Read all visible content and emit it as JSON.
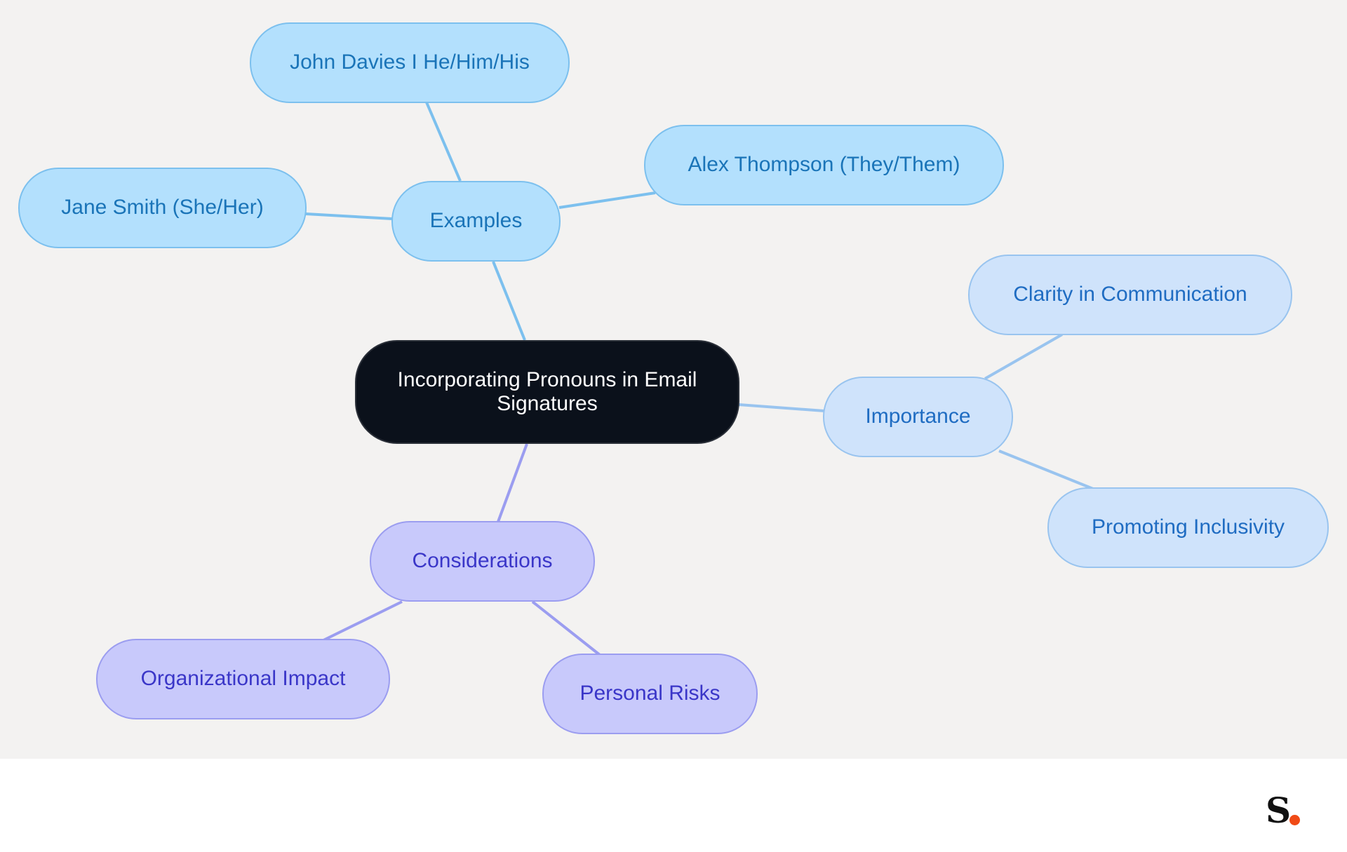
{
  "diagram": {
    "root": {
      "label": "Incorporating Pronouns in Email Signatures"
    },
    "branches": [
      {
        "label": "Examples",
        "children": [
          {
            "label": "John Davies I He/Him/His"
          },
          {
            "label": "Jane Smith (She/Her)"
          },
          {
            "label": "Alex Thompson (They/Them)"
          }
        ]
      },
      {
        "label": "Importance",
        "children": [
          {
            "label": "Clarity in Communication"
          },
          {
            "label": "Promoting Inclusivity"
          }
        ]
      },
      {
        "label": "Considerations",
        "children": [
          {
            "label": "Organizational Impact"
          },
          {
            "label": "Personal Risks"
          }
        ]
      }
    ]
  },
  "colors": {
    "canvas_bg": "#f3f2f1",
    "root_fill": "#0b111b",
    "examples_fill": "#b3e0fd",
    "examples_edge": "#7cc0ee",
    "importance_fill": "#cfe3fb",
    "importance_edge": "#99c4ef",
    "considerations_fill": "#c8c9fb",
    "considerations_edge": "#9b9df0",
    "brand_dot": "#f04a16"
  },
  "brand": {
    "letter": "S",
    "icon": "brand-logo-icon"
  }
}
